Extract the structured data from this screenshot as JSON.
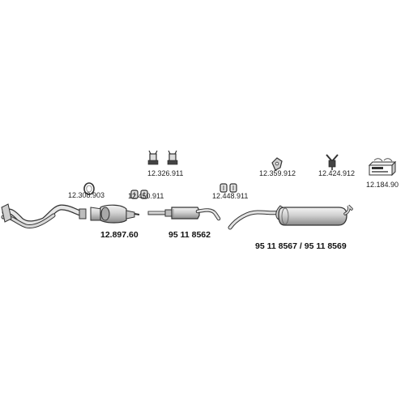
{
  "parts": {
    "front_pipe": {
      "label": "12.897.60"
    },
    "front_pipe_gasket": {
      "label": "12.308.903"
    },
    "catalyst_clamp": {
      "label": "12.450.911"
    },
    "mounting_rubbers": {
      "label": "12.326.911"
    },
    "middle_silencer": {
      "label": "95 11 8562"
    },
    "middle_clamp": {
      "label": "12.448.911"
    },
    "rear_hanger": {
      "label": "12.359.912"
    },
    "rear_mount": {
      "label": "12.424.912"
    },
    "mounting_kit": {
      "label": "12.184.90"
    },
    "rear_silencer": {
      "label": "95 11 8567 / 95 11 8569"
    }
  },
  "colors": {
    "line": "#333333",
    "metal_light": "#eeeeee",
    "metal_mid": "#bbbbbb",
    "metal_dark": "#777777"
  }
}
